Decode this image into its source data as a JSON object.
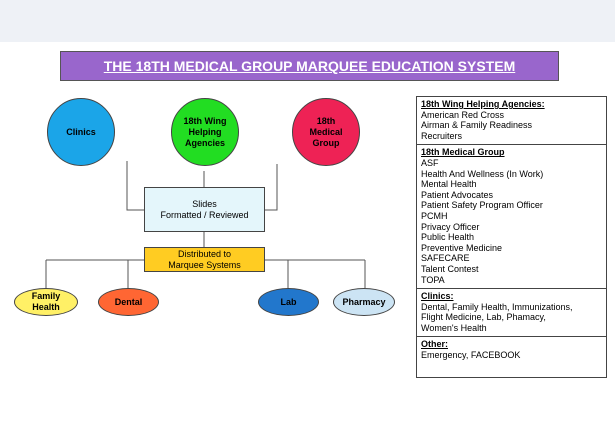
{
  "title": "THE 18TH MEDICAL GROUP MARQUEE EDUCATION SYSTEM",
  "nodes": {
    "clinics": "Clinics",
    "wing": [
      "18th Wing",
      "Helping",
      "Agencies"
    ],
    "medgroup": [
      "18th",
      "Medical",
      "Group"
    ],
    "slides": [
      "Slides",
      "Formatted / Reviewed"
    ],
    "distributed": [
      "Distributed to",
      "Marquee Systems"
    ],
    "family_health": [
      "Family",
      "Health"
    ],
    "dental": "Dental",
    "lab": "Lab",
    "pharmacy": "Pharmacy"
  },
  "colors": {
    "title_bg": "#9966cc",
    "clinics": "#1ba5e8",
    "wing": "#22dd22",
    "medgroup": "#ee2255",
    "slides_bg": "#e4f6fb",
    "distributed_bg": "#ffcc22",
    "family_health": "#fff066",
    "dental": "#ff6633",
    "lab": "#2277cc",
    "pharmacy": "#cce4f4"
  },
  "panel": {
    "wing_agencies": {
      "header": "18th Wing Helping Agencies:",
      "items": [
        "American Red Cross",
        "Airman & Family Readiness",
        "Recruiters"
      ]
    },
    "medical_group": {
      "header": "18th Medical Group",
      "items": [
        "ASF",
        "Health And Wellness (In Work)",
        "Mental Health",
        "Patient Advocates",
        "Patient Safety Program Officer",
        "PCMH",
        "Privacy Officer",
        "Public Health",
        "Preventive Medicine",
        "SAFECARE",
        "Talent Contest",
        "TOPA"
      ]
    },
    "clinics": {
      "header": "Clinics:",
      "items": [
        "Dental, Family Health, Immunizations,",
        "Flight Medicine, Lab, Phamacy,",
        "Women's Health"
      ]
    },
    "other": {
      "header": "Other:",
      "items": [
        "Emergency, FACEBOOK"
      ]
    }
  }
}
